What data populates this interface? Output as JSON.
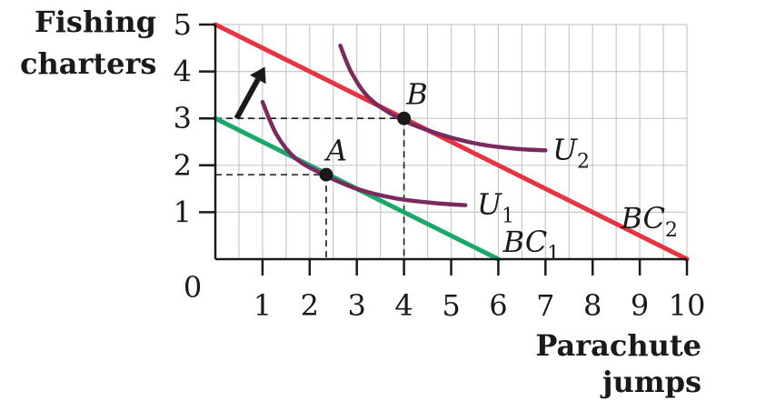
{
  "chart_data": {
    "type": "line",
    "ylabel": [
      "Fishing",
      "charters"
    ],
    "xlabel": [
      "Parachute",
      "jumps"
    ],
    "xlim": [
      0,
      10
    ],
    "ylim": [
      0,
      5
    ],
    "grid": true,
    "x_ticks": [
      "1",
      "2",
      "3",
      "4",
      "5",
      "6",
      "7",
      "8",
      "9",
      "10"
    ],
    "y_ticks": [
      "1",
      "2",
      "3",
      "4",
      "5"
    ],
    "origin_label": "0",
    "budget_lines": [
      {
        "label": "BC",
        "sub": "1",
        "color": "#1aa86b",
        "points": [
          [
            0,
            3
          ],
          [
            6,
            0
          ]
        ],
        "label_at": [
          6.1,
          0.35
        ]
      },
      {
        "label": "BC",
        "sub": "2",
        "color": "#e8343e",
        "points": [
          [
            0,
            5
          ],
          [
            10,
            0
          ]
        ],
        "label_at": [
          8.6,
          0.85
        ]
      }
    ],
    "indifference_curves": [
      {
        "label": "U",
        "sub": "1",
        "color": "#7a2a5e",
        "points": [
          [
            1.0,
            3.35
          ],
          [
            1.3,
            2.65
          ],
          [
            1.7,
            2.15
          ],
          [
            2.3,
            1.8
          ],
          [
            3.0,
            1.5
          ],
          [
            3.8,
            1.3
          ],
          [
            4.6,
            1.2
          ],
          [
            5.3,
            1.15
          ]
        ],
        "label_at": [
          5.55,
          1.15
        ]
      },
      {
        "label": "U",
        "sub": "2",
        "color": "#7a2a5e",
        "points": [
          [
            2.65,
            4.55
          ],
          [
            2.9,
            3.95
          ],
          [
            3.3,
            3.4
          ],
          [
            4.0,
            2.95
          ],
          [
            4.8,
            2.65
          ],
          [
            5.6,
            2.45
          ],
          [
            6.4,
            2.35
          ],
          [
            7.0,
            2.32
          ]
        ],
        "label_at": [
          7.15,
          2.32
        ]
      }
    ],
    "points": [
      {
        "label": "A",
        "x": 2.35,
        "y": 1.8,
        "label_at": [
          2.35,
          2.1
        ]
      },
      {
        "label": "B",
        "x": 4.0,
        "y": 3.0,
        "label_at": [
          4.05,
          3.3
        ]
      }
    ],
    "shift_arrow": {
      "from": [
        0.45,
        3.0
      ],
      "to": [
        1.05,
        4.1
      ],
      "color": "#1a1a1a"
    }
  }
}
